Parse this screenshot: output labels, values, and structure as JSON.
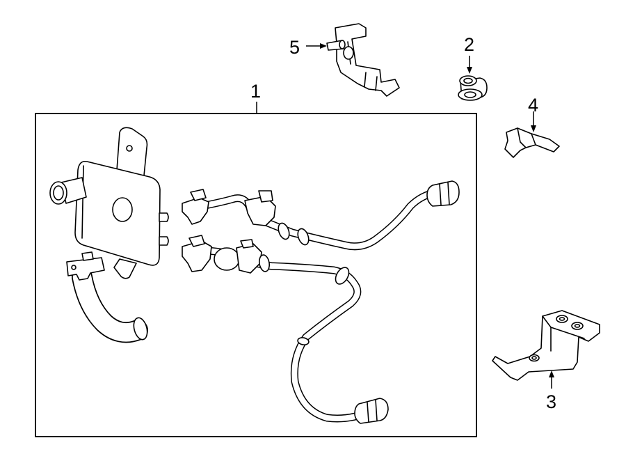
{
  "callouts": {
    "part_1": "1",
    "part_2": "2",
    "part_3": "3",
    "part_4": "4",
    "part_5": "5"
  },
  "colors": {
    "line": "#000000",
    "background": "#ffffff"
  }
}
